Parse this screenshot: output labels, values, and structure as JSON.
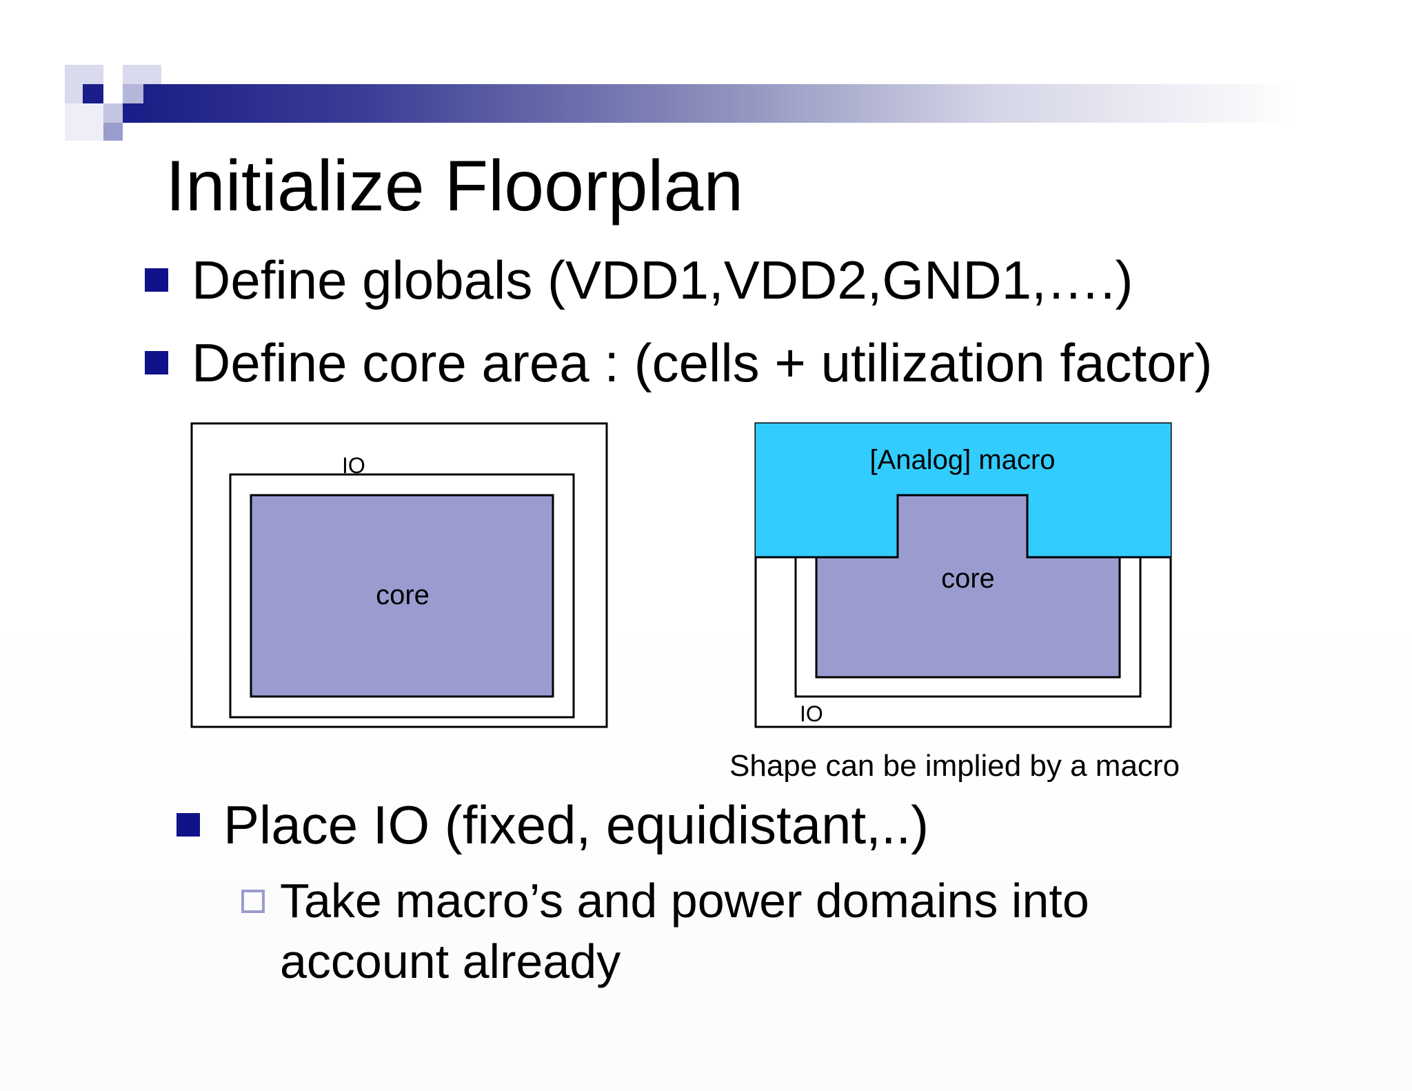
{
  "title": "Initialize Floorplan",
  "bullets": [
    "Define globals (VDD1,VDD2,GND1,….)",
    "Define core area : (cells + utilization factor)"
  ],
  "diagram_left": {
    "io_label": "IO",
    "core_label": "core"
  },
  "diagram_right": {
    "macro_label": "[Analog] macro",
    "core_label": "core",
    "io_label": "IO"
  },
  "caption": "Shape can be implied by a macro",
  "bullet3": "Place IO (fixed, equidistant,..)",
  "sub_bullet": "Take macro’s and power domains into account already",
  "colors": {
    "core_fill": "#9a9bcf",
    "macro_fill": "#33ccff",
    "bullet_mark": "#10128a",
    "sub_bullet_mark": "#9a9ccd"
  }
}
